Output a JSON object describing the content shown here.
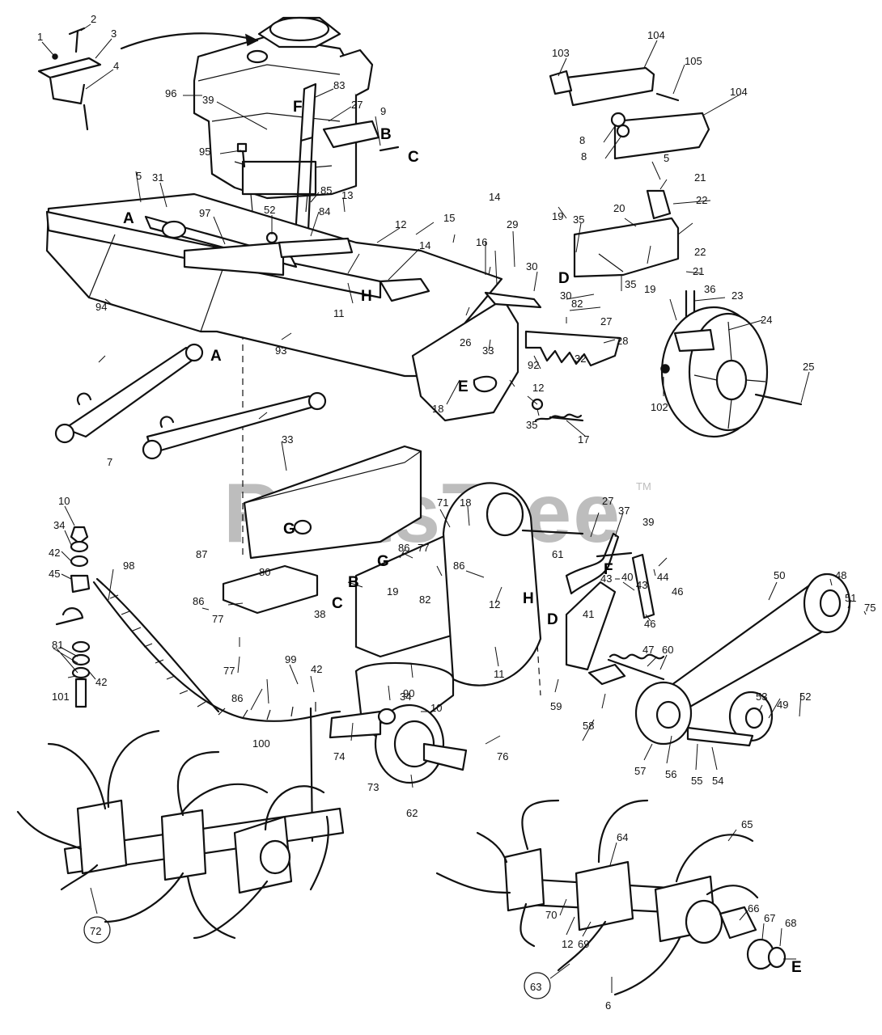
{
  "watermark": {
    "text": "PartsTree",
    "tm": "TM"
  },
  "part_numbers": [
    "1",
    "2",
    "3",
    "4",
    "96",
    "39",
    "83",
    "27",
    "9",
    "95",
    "85",
    "13",
    "84",
    "52",
    "31",
    "5",
    "97",
    "12",
    "11",
    "94",
    "93",
    "14",
    "15",
    "16",
    "29",
    "30",
    "82",
    "33",
    "26",
    "28",
    "32",
    "92",
    "18",
    "35",
    "17",
    "19",
    "20",
    "21",
    "22",
    "36",
    "23",
    "24",
    "25",
    "102",
    "103",
    "104",
    "105",
    "8",
    "10",
    "34",
    "42",
    "45",
    "81",
    "101",
    "98",
    "100",
    "99",
    "74",
    "73",
    "62",
    "76",
    "90",
    "71",
    "77",
    "86",
    "87",
    "80",
    "38",
    "37",
    "61",
    "41",
    "40",
    "43",
    "44",
    "46",
    "47",
    "60",
    "59",
    "58",
    "57",
    "56",
    "55",
    "54",
    "53",
    "49",
    "48",
    "50",
    "51",
    "75",
    "72",
    "70",
    "69",
    "63",
    "64",
    "65",
    "66",
    "67",
    "68",
    "6",
    "7"
  ],
  "callouts": [
    "A",
    "B",
    "C",
    "D",
    "E",
    "F",
    "G",
    "H"
  ]
}
